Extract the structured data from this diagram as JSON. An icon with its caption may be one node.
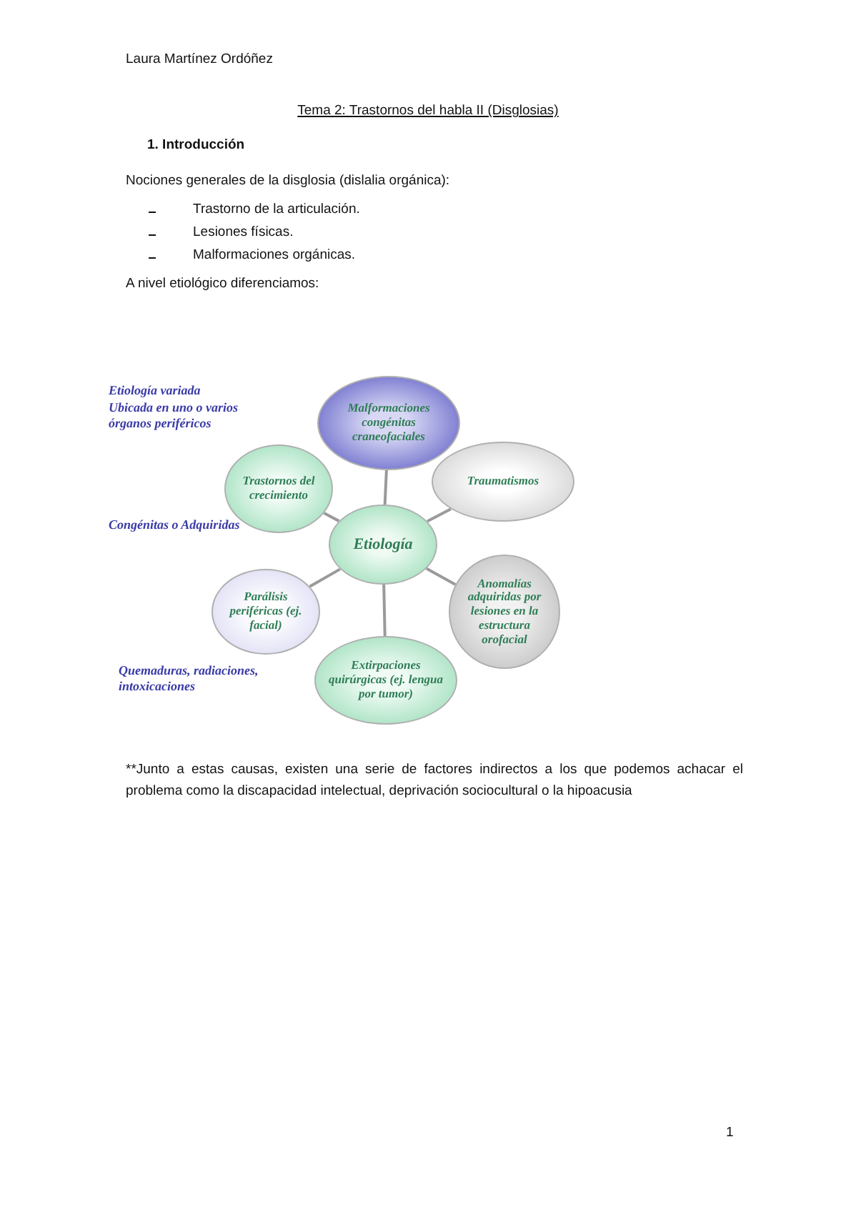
{
  "diagram": {
    "title": "Tema 2: Trastornos del habla II (Disglosias)",
    "nodes": [
      {
        "text": [
          "Etiología"
        ]
      },
      {
        "text": [
          "Malformaciones congénitas craneofaciales"
        ]
      },
      {
        "text": [
          "Traumatismos"
        ]
      },
      {
        "text": [
          "Anomalías adquiridas por lesiones en la estructura orofacial"
        ]
      },
      {
        "text": [
          "Extirpaciones quirúrgicas (ej. lengua por tumor)"
        ]
      },
      {
        "text": [
          "Parálisis periféricas (ej. facial)"
        ]
      },
      {
        "text": [
          "Trastornos del crecimiento"
        ]
      }
    ],
    "edges": [
      {
        "from": 0,
        "to": 1,
        "arrow": "none"
      },
      {
        "from": 0,
        "to": 2,
        "arrow": "none"
      },
      {
        "from": 0,
        "to": 3,
        "arrow": "none"
      },
      {
        "from": 0,
        "to": 4,
        "arrow": "none"
      },
      {
        "from": 0,
        "to": 5,
        "arrow": "none"
      },
      {
        "from": 0,
        "to": 6,
        "arrow": "none"
      }
    ],
    "labels": [
      "Laura Martínez Ordóñez",
      "1. Introducción",
      "Nociones generales de la disglosia (dislalia orgánica):",
      "Trastorno de la articulación.",
      "Lesiones físicas.",
      "Malformaciones orgánicas.",
      "A nivel etiológico diferenciamos:",
      "Etiología variada",
      "Ubicada en uno o varios órganos periféricos",
      "Congénitas o Adquiridas",
      "Quemaduras, radiaciones, intoxicaciones",
      "**Junto a estas causas, existen una serie de factores indirectos a los que podemos achacar el problema como la discapacidad intelectual, deprivación sociocultural o la hipoacusia",
      "1"
    ]
  }
}
